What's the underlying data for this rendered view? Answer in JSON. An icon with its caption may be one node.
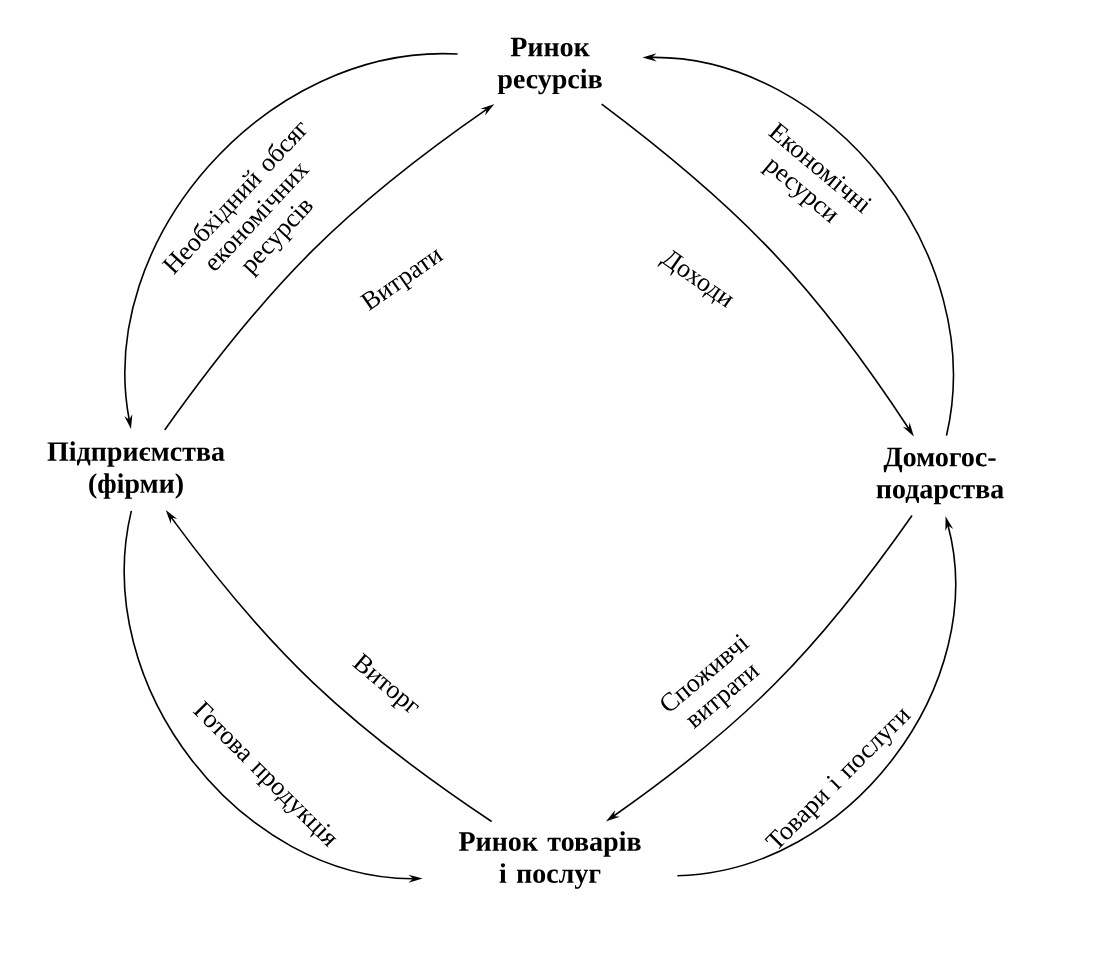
{
  "diagram": {
    "nodes": [
      {
        "text": [
          "Ринок ресурсів"
        ]
      },
      {
        "text": [
          "Домогос- подарства"
        ]
      },
      {
        "text": [
          "Ринок товарів і послуг"
        ]
      },
      {
        "text": [
          "Підприємства (фірми)"
        ]
      }
    ],
    "edges": [
      {
        "from": 0,
        "to": 3,
        "arrow": "to",
        "label": "Необхідний обсяг економічних ресурсів"
      },
      {
        "from": 3,
        "to": 0,
        "arrow": "to",
        "label": "Витрати"
      },
      {
        "from": 0,
        "to": 1,
        "arrow": "to",
        "label": "Доходи"
      },
      {
        "from": 1,
        "to": 0,
        "arrow": "to",
        "label": "Економічні ресурси"
      },
      {
        "from": 1,
        "to": 2,
        "arrow": "to",
        "label": "Споживчі витрати"
      },
      {
        "from": 2,
        "to": 1,
        "arrow": "to",
        "label": "Товари і послуги"
      },
      {
        "from": 2,
        "to": 3,
        "arrow": "to",
        "label": "Виторг"
      },
      {
        "from": 3,
        "to": 2,
        "arrow": "to",
        "label": "Готова продукція"
      }
    ]
  }
}
